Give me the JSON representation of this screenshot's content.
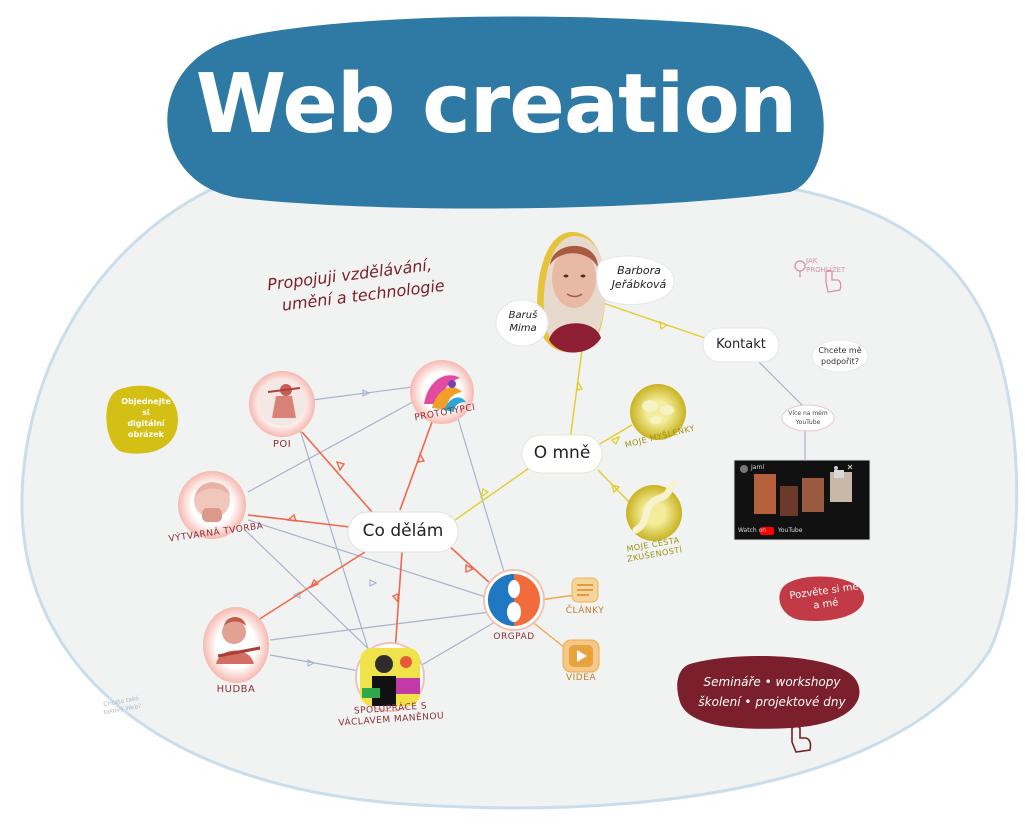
{
  "title": "Web creation",
  "colors": {
    "title_bg": "#2f7aa5",
    "canvas_bg": "#f1f3f2",
    "canvas_border": "#c9ddea",
    "red_edge": "#f0674c",
    "gray_edge": "#a7b3cc",
    "yellow_edge": "#e3cc2c",
    "orange_edge": "#efa84a",
    "maroon": "#7a1f2b",
    "yellow_badge": "#d4bf14"
  },
  "tagline": {
    "line1": "Propojuji vzdělávání,",
    "line2": "umění a technologie"
  },
  "profile": {
    "name_line1": "Barbora",
    "name_line2": "Jeřábková",
    "nickname_line1": "Baruš",
    "nickname_line2": "Mima"
  },
  "nodes": {
    "o_mne": "O mně",
    "co_delam": "Co dělám",
    "kontakt": "Kontakt"
  },
  "topics": {
    "poi": "POI",
    "prototypy": "PROTOTYPCI",
    "vytvarna": "VÝTVARNÁ TVORBA",
    "hudba": "HUDBA",
    "spoluprace_line1": "SPOLUPRÁCE S",
    "spoluprace_line2": "VÁCLAVEM MANĚNOU",
    "orgpad": "ORGPAD",
    "clanky": "ČLÁNKY",
    "videa": "VIDEA",
    "myslenky": "MOJE MYŠLENKY",
    "cesta_line1": "MOJE CESTA",
    "cesta_line2": "ZKUŠENOSTÍ"
  },
  "hints": {
    "jak_line1": "JAK",
    "jak_line2": "PROHLÍŽET",
    "objednejte_line1": "Objednejte",
    "objednejte_line2": "si",
    "objednejte_line3": "digitální",
    "objednejte_line4": "obrázek",
    "chcete_line1": "Chcete mě",
    "chcete_line2": "podpořit?",
    "youtube_line1": "Více na mém",
    "youtube_line2": "YouTube",
    "pozvete_line1": "Pozvěte si mě",
    "pozvete_line2": "a mé",
    "chcete_web_line1": "Chcete také",
    "chcete_web_line2": "takový Web?",
    "seminare_line1": "Semináře • workshopy",
    "seminare_line2": "školení • projektové dny"
  },
  "video": {
    "channel": "Jarní",
    "watch": "Watch on",
    "platform": "YouTube"
  }
}
